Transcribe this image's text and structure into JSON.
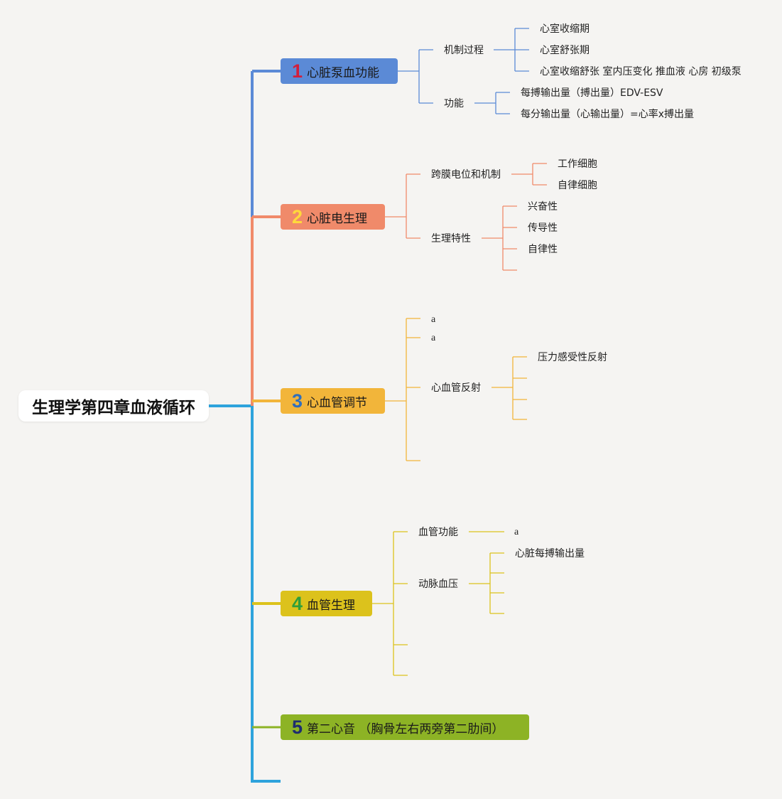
{
  "root": {
    "title": "生理学第四章血液循环"
  },
  "branches": [
    {
      "number": "1",
      "label": "心脏泵血功能",
      "color": "#5b8ad6",
      "number_color": "#d11f3c",
      "children": [
        {
          "label": "机制过程",
          "leaves": [
            "心室收缩期",
            "心室舒张期",
            "心室收缩舒张 室内压变化 推血液 心房 初级泵"
          ]
        },
        {
          "label": "功能",
          "leaves": [
            "每搏输出量（搏出量）EDV-ESV",
            "每分输出量（心输出量）=心率x搏出量"
          ]
        }
      ]
    },
    {
      "number": "2",
      "label": "心脏电生理",
      "color": "#f08a6a",
      "number_color": "#ffd83c",
      "children": [
        {
          "label": "跨膜电位和机制",
          "leaves": [
            "工作细胞",
            "自律细胞"
          ]
        },
        {
          "label": "生理特性",
          "leaves": [
            "兴奋性",
            "传导性",
            "自律性",
            ""
          ]
        }
      ]
    },
    {
      "number": "3",
      "label": "心血管调节",
      "color": "#f2b53a",
      "number_color": "#2f6fbd",
      "children": [
        {
          "label": "a",
          "leaves": []
        },
        {
          "label": "a",
          "leaves": []
        },
        {
          "label": "心血管反射",
          "leaves": [
            "压力感受性反射",
            "",
            "",
            ""
          ]
        },
        {
          "label": "",
          "leaves": []
        }
      ]
    },
    {
      "number": "4",
      "label": "血管生理",
      "color": "#dcc21c",
      "number_color": "#2f9e3a",
      "children": [
        {
          "label": "血管功能",
          "leaves": [
            "a"
          ]
        },
        {
          "label": "动脉血压",
          "leaves": [
            "心脏每搏输出量",
            "",
            "",
            ""
          ]
        },
        {
          "label": "",
          "leaves": []
        },
        {
          "label": "",
          "leaves": []
        }
      ]
    },
    {
      "number": "5",
      "label": "第二心音 （胸骨左右两旁第二肋间）",
      "color": "#8db325",
      "number_color": "#1e2d6e",
      "children": []
    }
  ],
  "root_connector_color": "#2ea3dc"
}
